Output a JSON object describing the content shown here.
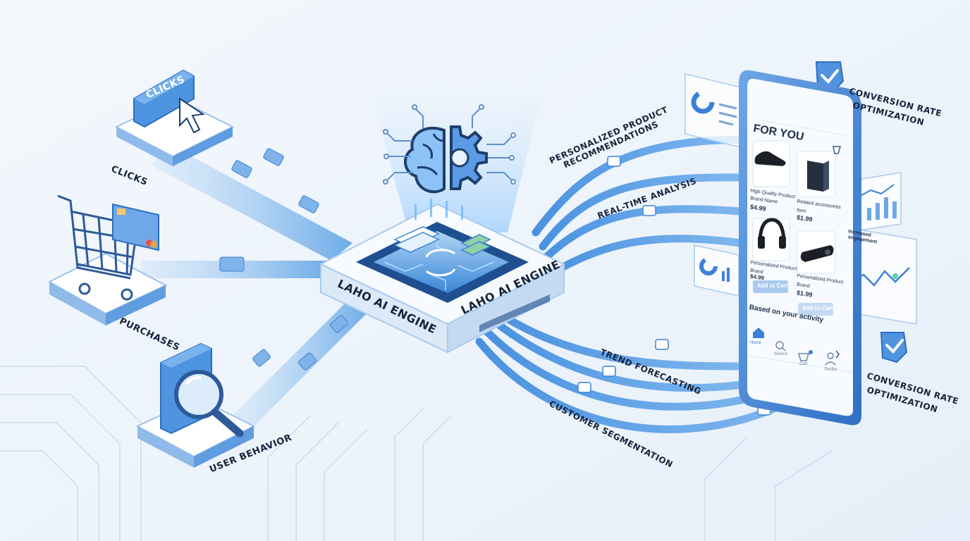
{
  "inputs": {
    "clicks_button": "CLICKS",
    "clicks_label": "CLICKS",
    "purchases_label": "PURCHASES",
    "user_behavior_label": "USER BEHAVIOR"
  },
  "engine": {
    "label_left": "LAHO AI ENGINE",
    "label_right": "LAHO AI ENGINE"
  },
  "outputs": {
    "recommendations": [
      "PERSONALIZED PRODUCT",
      "RECOMMENDATIONS"
    ],
    "real_time": "REAL-TIME ANALYSIS",
    "trend": "TREND FORECASTING",
    "segmentation": "CUSTOMER SEGMENTATION",
    "conversion_top": [
      "CONVERSION RATE",
      "OPTIMIZATION"
    ],
    "conversion_bottom": [
      "CONVERSION RATE",
      "OPTIMIZATION"
    ]
  },
  "phone": {
    "header": "FOR YOU",
    "products": [
      {
        "name": "High Quality Product",
        "name2": "Brand Name",
        "price": "$4.99"
      },
      {
        "name": "Related accessories",
        "name2": "Item",
        "price": "$1.99"
      },
      {
        "name": "Personalized Product",
        "name2": "Brand",
        "price": "$4.99"
      },
      {
        "name": "Personalized Product",
        "name2": "Brand",
        "price": "$1.99"
      }
    ],
    "add_to_cart": "Add to Cart",
    "activity": "Based on your activity",
    "nav": [
      "Home",
      "Search",
      "Cart",
      "Profile"
    ],
    "engagement_label": [
      "Increased",
      "engagement"
    ]
  },
  "colors": {
    "accent": "#3b82d6",
    "accent_light": "#9cc7f2",
    "dark_text": "#16233a",
    "background": "#eef4fb"
  }
}
